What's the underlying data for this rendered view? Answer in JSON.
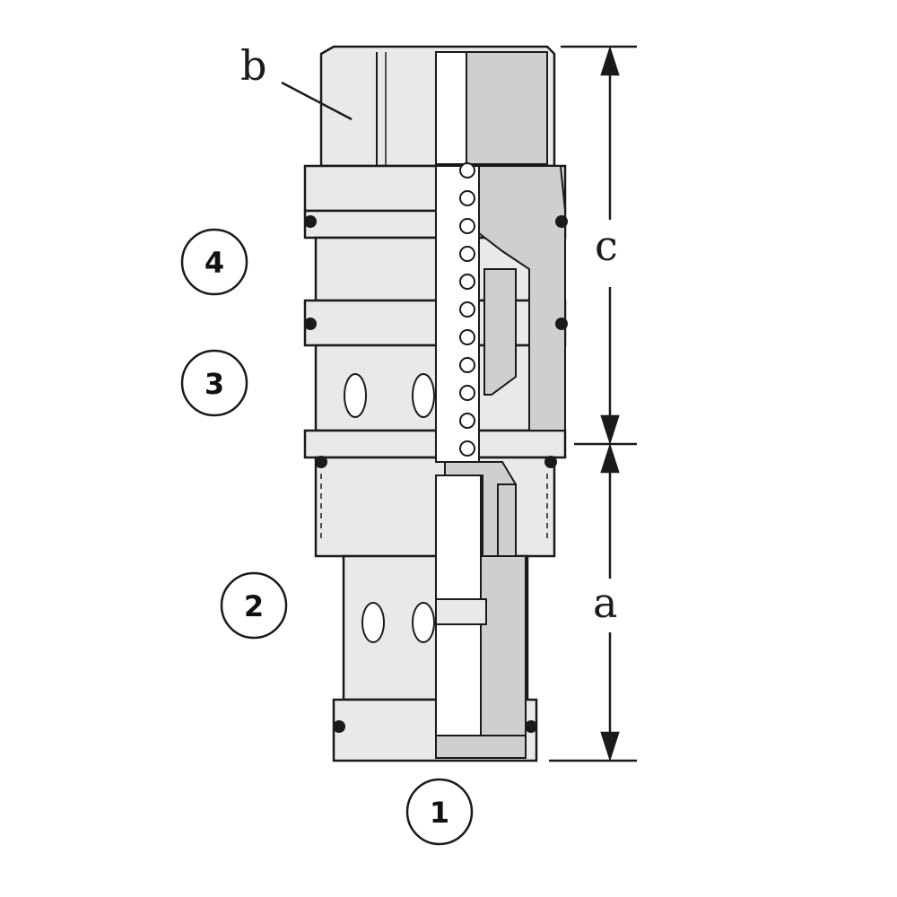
{
  "diagram": {
    "dimension_labels": {
      "a": "a",
      "b": "b",
      "c": "c"
    },
    "ports": [
      {
        "id": "port-4",
        "label": "4"
      },
      {
        "id": "port-3",
        "label": "3"
      },
      {
        "id": "port-2",
        "label": "2"
      },
      {
        "id": "port-1",
        "label": "1"
      }
    ],
    "colors": {
      "outline": "#1a1a1a",
      "body_fill": "#e9e9e9",
      "section_fill": "#cfcfcf",
      "seal_fill": "#1a1a1a",
      "background": "#ffffff"
    }
  }
}
